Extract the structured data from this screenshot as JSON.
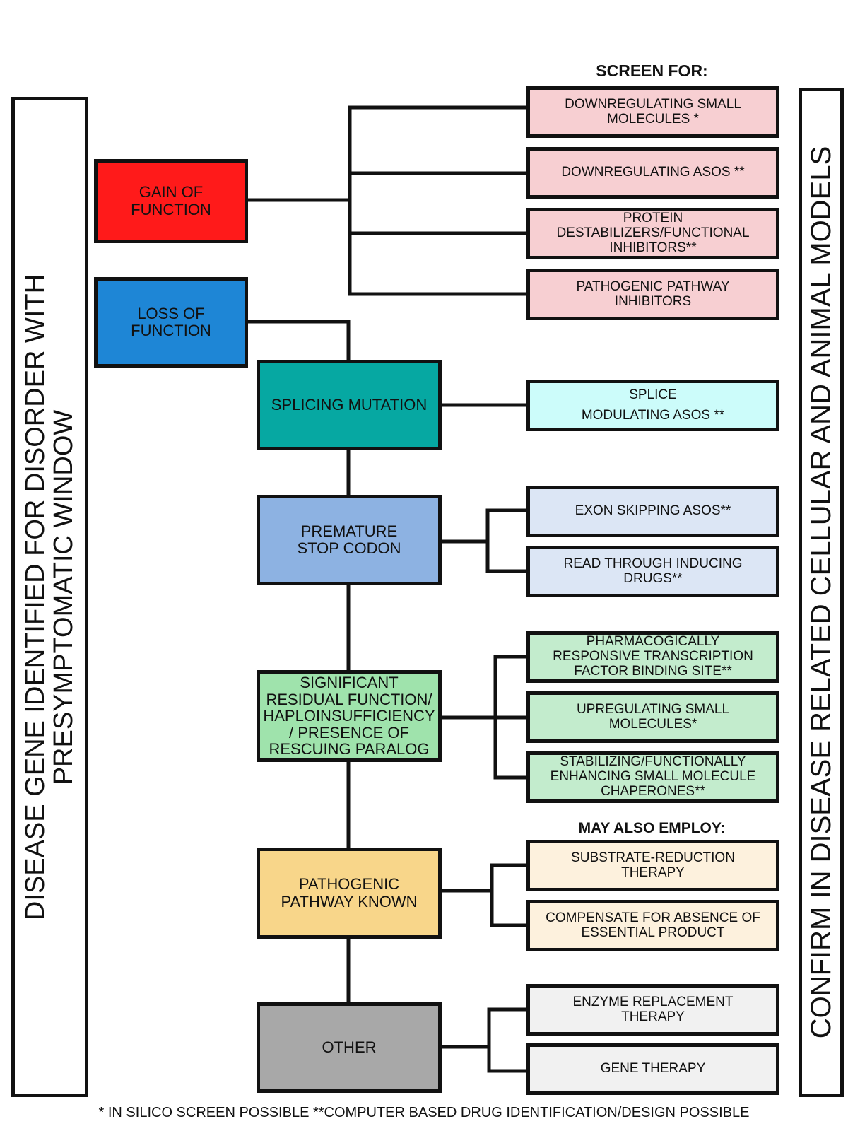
{
  "left_panel": {
    "title": "DISEASE GENE IDENTIFIED FOR DISORDER WITH\nPRESYMPTOMATIC WINDOW"
  },
  "right_panel": {
    "title": "CONFIRM IN DISEASE RELATED CELLULAR AND ANIMAL MODELS"
  },
  "headers": {
    "screen_for": "SCREEN FOR:",
    "may_also_employ": "MAY ALSO EMPLOY:"
  },
  "categories": {
    "gain_of_function": {
      "label": "GAIN OF\nFUNCTION",
      "color": "#ff1a1a"
    },
    "loss_of_function": {
      "label": "LOSS OF\nFUNCTION",
      "color": "#1e86d6"
    },
    "splicing_mutation": {
      "label": "SPLICING MUTATION",
      "color": "#06a8a2"
    },
    "premature_stop_codon": {
      "label": "PREMATURE\nSTOP CODON",
      "color": "#8db2e2"
    },
    "residual_function": {
      "label": "SIGNIFICANT\nRESIDUAL FUNCTION/\nHAPLOINSUFFICIENCY\n/ PRESENCE OF\nRESCUING PARALOG",
      "color": "#9fe3ac"
    },
    "pathogenic_pathway": {
      "label": "PATHOGENIC\nPATHWAY KNOWN",
      "color": "#f8d68a"
    },
    "other": {
      "label": "OTHER",
      "color": "#a8a8a8"
    }
  },
  "strategies": {
    "downregulating_small_molecules": {
      "label": "DOWNREGULATING SMALL\nMOLECULES *",
      "color": "#f7cfd2"
    },
    "downregulating_asos": {
      "label": "DOWNREGULATING ASOS **",
      "color": "#f7cfd2"
    },
    "protein_destabilizers": {
      "label": "PROTEIN\nDESTABILIZERS/FUNCTIONAL\nINHIBITORS**",
      "color": "#f7cfd2"
    },
    "pathogenic_pathway_inhibitors": {
      "label": "PATHOGENIC PATHWAY\nINHIBITORS",
      "color": "#f7cfd2"
    },
    "splice_modulating_asos": {
      "label": "SPLICE\nMODULATING ASOS **",
      "color": "#ccfcfa"
    },
    "exon_skipping_asos": {
      "label": "EXON SKIPPING ASOS**",
      "color": "#dce6f5"
    },
    "read_through_drugs": {
      "label": "READ THROUGH INDUCING\nDRUGS**",
      "color": "#dce6f5"
    },
    "pharmacogically_responsive": {
      "label": "PHARMACOGICALLY\nRESPONSIVE TRANSCRIPTION\nFACTOR BINDING SITE**",
      "color": "#c3eccd"
    },
    "upregulating_small_molecules": {
      "label": "UPREGULATING SMALL\nMOLECULES*",
      "color": "#c3eccd"
    },
    "stabilizing_chaperones": {
      "label": "STABILIZING/FUNCTIONALLY\nENHANCING SMALL MOLECULE\nCHAPERONES**",
      "color": "#c3eccd"
    },
    "substrate_reduction": {
      "label": "SUBSTRATE-REDUCTION\nTHERAPY",
      "color": "#fdf1dd"
    },
    "compensate_absence": {
      "label": "COMPENSATE FOR ABSENCE OF\nESSENTIAL PRODUCT",
      "color": "#fdf1dd"
    },
    "enzyme_replacement": {
      "label": "ENZYME REPLACEMENT\nTHERAPY",
      "color": "#f1f1f1"
    },
    "gene_therapy": {
      "label": "GENE THERAPY",
      "color": "#f1f1f1"
    }
  },
  "footnote": "* IN SILICO SCREEN POSSIBLE **COMPUTER BASED DRUG IDENTIFICATION/DESIGN POSSIBLE"
}
